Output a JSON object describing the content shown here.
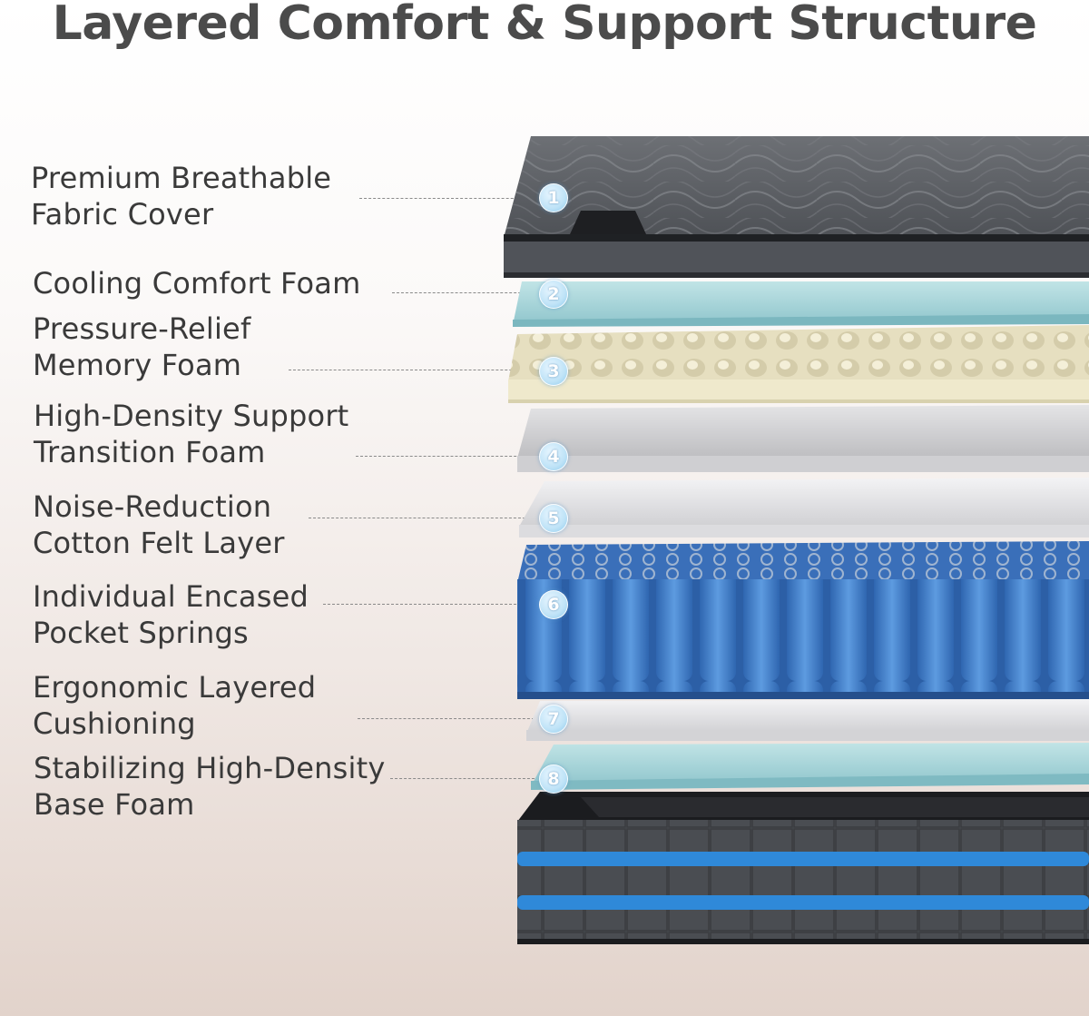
{
  "title": "Layered Comfort & Support Structure",
  "layers": [
    {
      "number": "1",
      "lines": [
        "Premium Breathable",
        "Fabric Cover"
      ]
    },
    {
      "number": "2",
      "lines": [
        "Cooling Comfort Foam"
      ]
    },
    {
      "number": "3",
      "lines": [
        "Pressure-Relief",
        "Memory Foam"
      ]
    },
    {
      "number": "4",
      "lines": [
        "High-Density Support",
        "Transition Foam"
      ]
    },
    {
      "number": "5",
      "lines": [
        "Noise-Reduction",
        "Cotton Felt Layer"
      ]
    },
    {
      "number": "6",
      "lines": [
        "Individual Encased",
        "Pocket Springs"
      ]
    },
    {
      "number": "7",
      "lines": [
        "Ergonomic Layered",
        "Cushioning"
      ]
    },
    {
      "number": "8",
      "lines": [
        "Stabilizing High-Density",
        "Base Foam"
      ]
    }
  ],
  "colors": {
    "title": "#4b4b4b",
    "label": "#3a3a3a",
    "cover": "#5b5e63",
    "cooling_foam": "#a9d4d8",
    "memory_foam": "#ece6c8",
    "transition_foam": "#d6d6d8",
    "felt": "#eaeaec",
    "springs": "#3f7fc8",
    "base_foam": "#a8d6dc",
    "base_band": "#2f89d9"
  }
}
